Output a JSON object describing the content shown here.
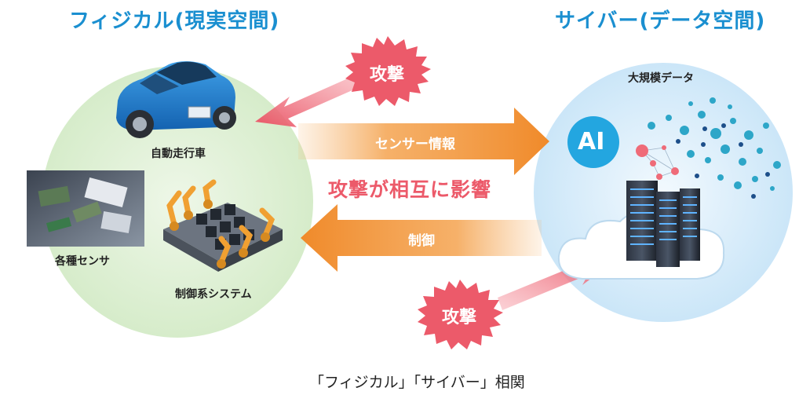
{
  "physical": {
    "title": "フィジカル(現実空間)",
    "labels": {
      "car": "自動走行車",
      "sensors": "各種センサ",
      "control_system": "制御系システム"
    }
  },
  "cyber": {
    "title": "サイバー(データ空間)",
    "big_data": "大規模データ",
    "ai": "AI"
  },
  "flows": {
    "sensor_info": "センサー情報",
    "control": "制御"
  },
  "attack_label": "攻撃",
  "center_text": "攻撃が相互に影響",
  "caption": "「フィジカル」「サイバー」相関",
  "colors": {
    "title_blue": "#1a8fd0",
    "attack_red": "#ec5a6a",
    "flow_orange": "#f39a3c",
    "physical_green": "#dff0d8",
    "cyber_blue": "#d7ecfa"
  }
}
